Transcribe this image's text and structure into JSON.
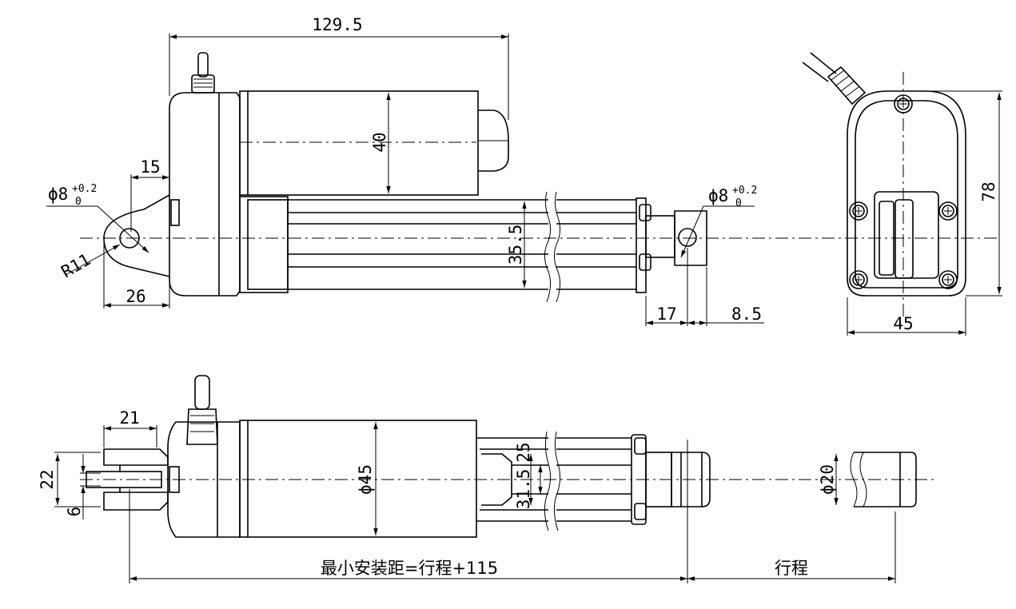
{
  "dimensions": {
    "overall_length": "129.5",
    "motor_height": "40",
    "clevis_offset": "15",
    "rear_hole": "ϕ8",
    "rear_hole_tol_upper": "+0.2",
    "rear_hole_tol_lower": "0",
    "front_hole": "ϕ8",
    "front_hole_tol_upper": "+0.2",
    "front_hole_tol_lower": "0",
    "radius": "R11",
    "clevis_width": "26",
    "tube_height": "35.5",
    "rod_end_17": "17",
    "rod_end_8_5": "8.5",
    "end_view_width": "45",
    "end_view_height": "78",
    "fork_width": "21",
    "fork_height": "22",
    "fork_slot": "6",
    "motor_dia": "ϕ45",
    "tube_dim_a": "31.5",
    "tube_dim_b": "25",
    "rod_dia": "ϕ20"
  },
  "labels": {
    "min_mount_distance": "最小安装距=行程+115",
    "stroke": "行程"
  }
}
